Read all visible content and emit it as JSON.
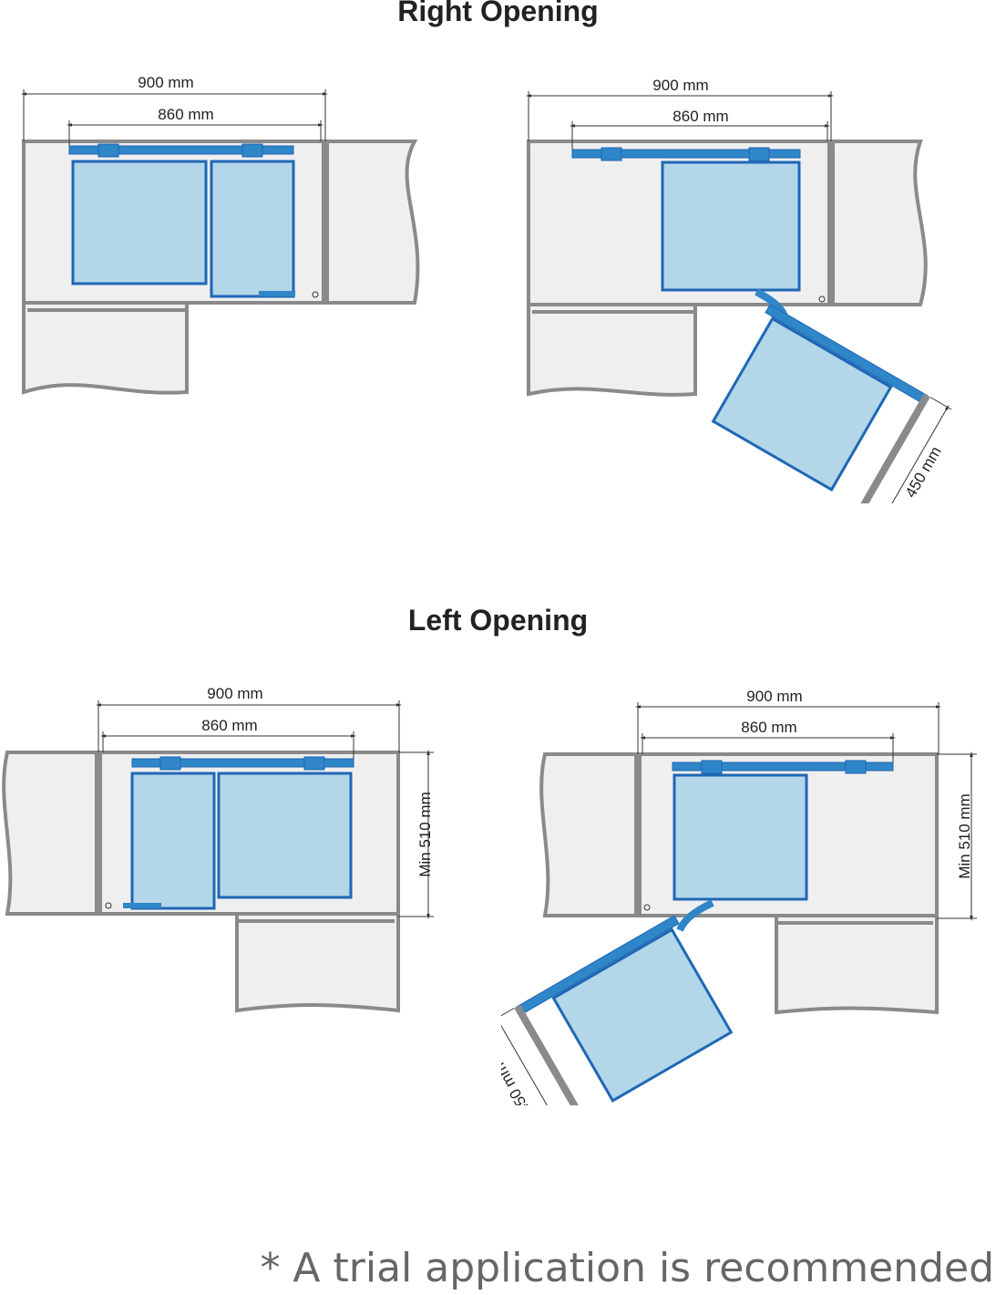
{
  "sections": {
    "right": {
      "title": "Right Opening"
    },
    "left": {
      "title": "Left Opening"
    }
  },
  "dimensions": {
    "outer_width": "900 mm",
    "inner_width": "860 mm",
    "extension": "450 mm",
    "min_depth": "Min 510 mm"
  },
  "footnote": "* A trial application is recommended",
  "colors": {
    "cabinet_fill": "#efefef",
    "cabinet_wall": "#8a8a8a",
    "rail": "#2f86c8",
    "basket_fill": "#b3d6e9",
    "basket_frame": "#1f67b5",
    "dimension_line": "#333333"
  }
}
